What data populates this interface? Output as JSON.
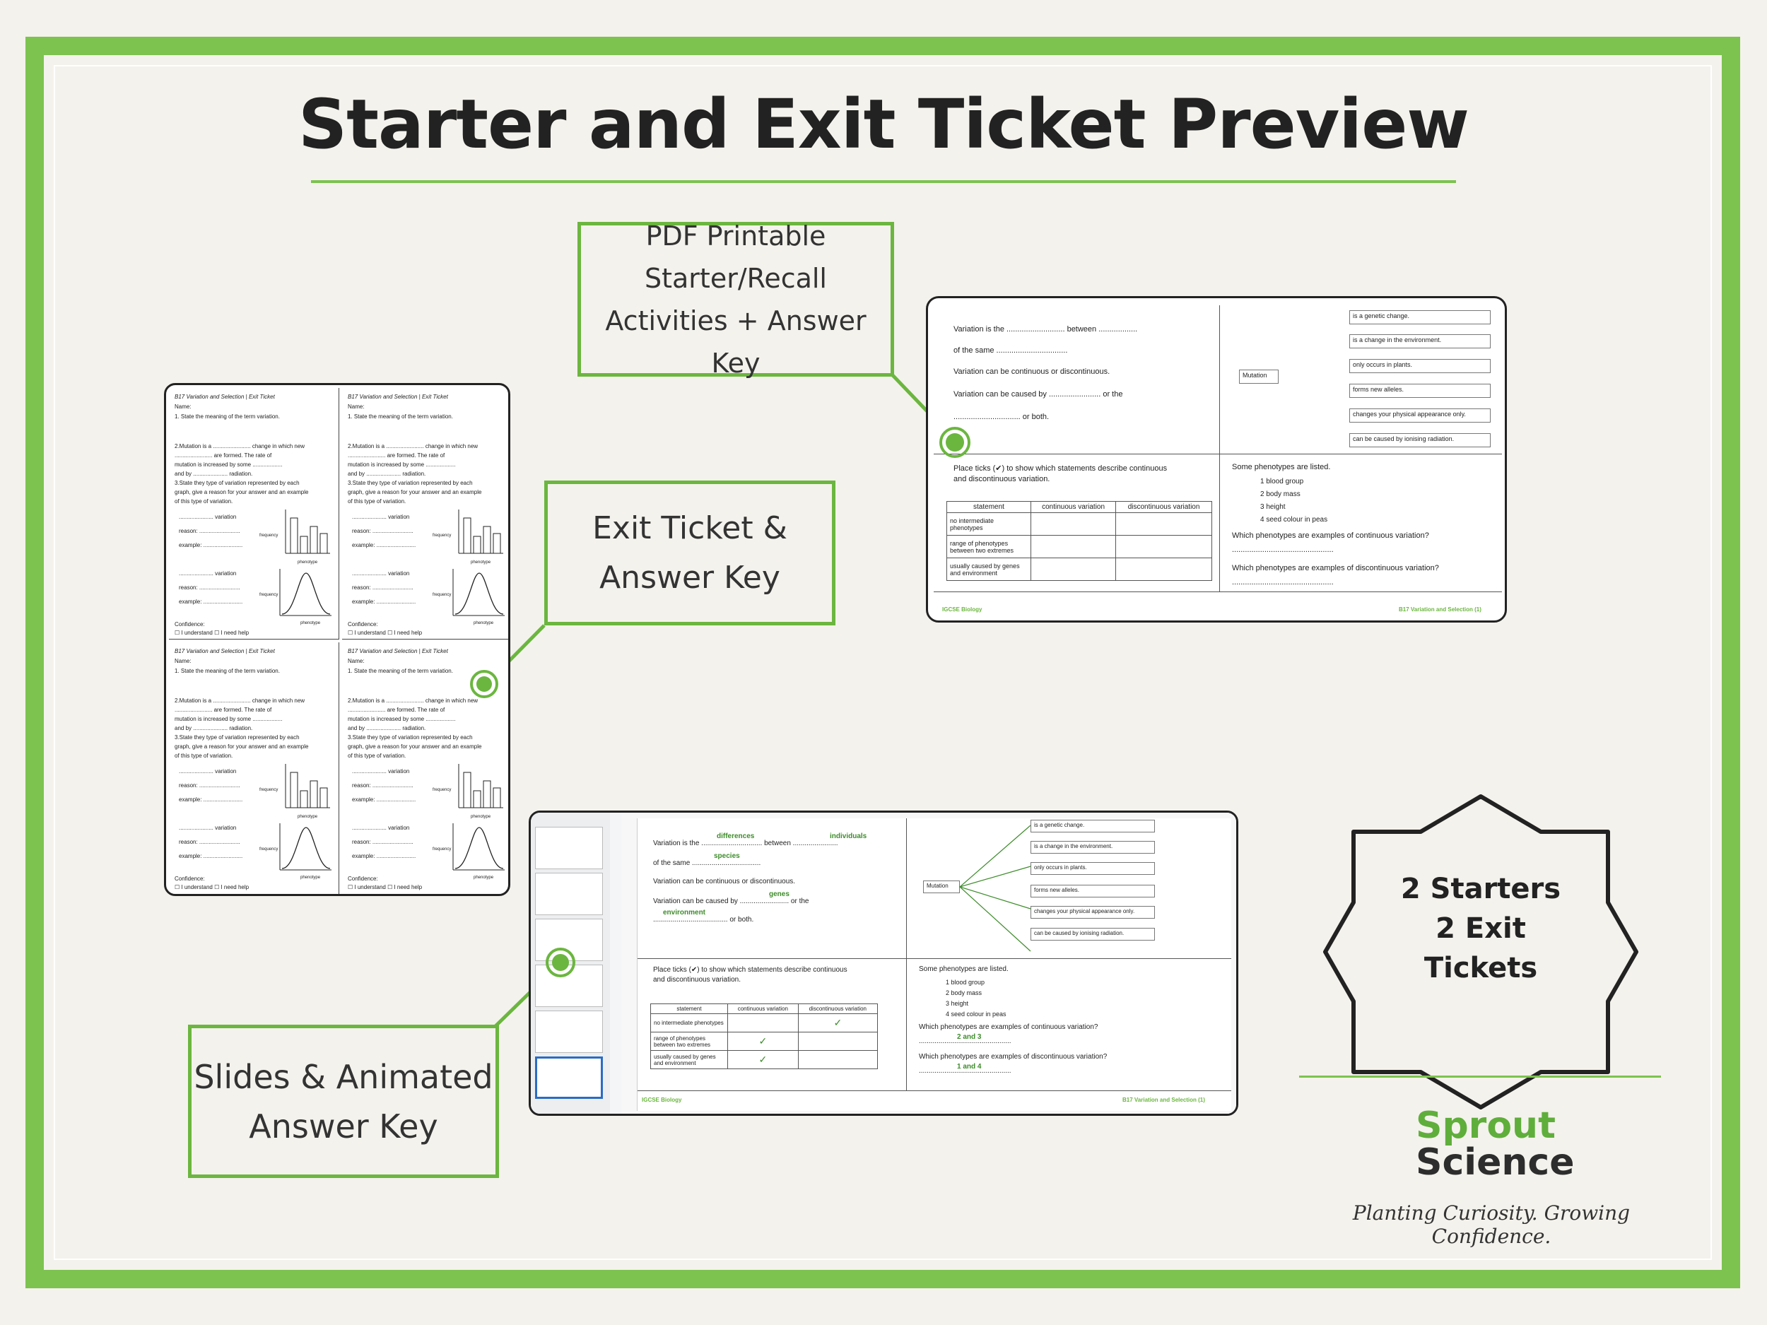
{
  "title": "Starter and Exit Ticket Preview",
  "callouts": {
    "pdf": [
      "PDF Printable",
      "Starter/Recall",
      "Activities + Answer Key"
    ],
    "exit": [
      "Exit Ticket &",
      "Answer Key"
    ],
    "slides": [
      "Slides & Animated",
      "Answer Key"
    ]
  },
  "badge": [
    "2 Starters",
    "2 Exit",
    "Tickets"
  ],
  "logo": {
    "line1": "Sprout",
    "line2": "Science",
    "tagline": "Planting Curiosity. Growing Confidence."
  },
  "brand_color": "#7cc34f",
  "starter": {
    "q1": [
      "Variation is the ........................... between ..................",
      "of the same .................................",
      "Variation can be continuous or discontinuous.",
      "Variation can be caused by ........................ or the",
      "............................... or both."
    ],
    "mutation_label": "Mutation",
    "options": [
      "is a genetic change.",
      "is a change in the environment.",
      "only occurs in plants.",
      "forms new alleles.",
      "changes your physical appearance only.",
      "can be caused by ionising radiation."
    ],
    "ticks_instruction": [
      "Place ticks (✔) to show which statements describe continuous",
      "and discontinuous variation."
    ],
    "table_headers": [
      "statement",
      "continuous variation",
      "discontinuous variation"
    ],
    "table_rows": [
      "no intermediate phenotypes",
      "range of phenotypes between two extremes",
      "usually caused by genes and environment"
    ],
    "phenotypes_intro": "Some phenotypes are listed.",
    "phenotypes": [
      "1  blood group",
      "2  body mass",
      "3  height",
      "4  seed colour in peas"
    ],
    "q_continuous": "Which phenotypes are examples of continuous variation?",
    "q_discontinuous": "Which phenotypes are examples of discontinuous variation?",
    "dots": "...............................................",
    "footer_left": "IGCSE Biology",
    "footer_right": "B17 Variation and Selection (1)"
  },
  "answers": {
    "differences": "differences",
    "individuals": "individuals",
    "species": "species",
    "genes": "genes",
    "environment": "environment",
    "continuous": "2 and 3",
    "discontinuous": "1 and 4",
    "tick": "✓"
  },
  "exit_ticket": {
    "header": "B17 Variation and Selection | Exit Ticket",
    "name": "Name:",
    "q1": "1. State the meaning of the term variation.",
    "q2a": "2.Mutation is a ........................ change in which new",
    "q2b": "........................ are formed.  The rate of",
    "q2c": "mutation is increased by some ...................",
    "q2d": "and by ...................... radiation.",
    "q3a": "3.State they type of variation represented by each",
    "q3b": "graph, give a reason for your answer and an example",
    "q3c": "of this type of variation.",
    "variation": "...................... variation",
    "reason": "reason: ..........................",
    "example": "example: .........................",
    "frequency": "frequency",
    "phenotype": "phenotype",
    "confidence": "Confidence:",
    "understand": "☐ I understand   ☐ I need help"
  }
}
